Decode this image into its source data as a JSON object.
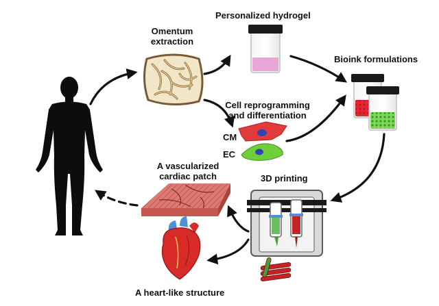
{
  "labels": {
    "omentum_line1": "Omentum",
    "omentum_line2": "extraction",
    "hydrogel": "Personalized hydrogel",
    "bioink": "Bioink formulations",
    "reprogramming_line1": "Cell reprogramming",
    "reprogramming_line2": "and differentiation",
    "cm": "CM",
    "ec": "EC",
    "patch_line1": "A vascularized",
    "patch_line2": "cardiac patch",
    "printing": "3D printing",
    "heart": "A heart-like structure"
  },
  "colors": {
    "arrow": "#111111",
    "human": "#0d0d0d",
    "hydrogel_fill": "#e7a6d6",
    "bioink_red": "#e3262f",
    "bioink_green": "#55c43a",
    "cardiomyocyte": "#e23b3b",
    "endothelial": "#6fcf3a",
    "nucleus": "#2f45b5",
    "patch": "#d9706a",
    "heart": "#d92a2a",
    "vessel_blue": "#4e8fd6"
  },
  "icons": [
    "human-silhouette-icon",
    "omentum-tissue-icon",
    "hydrogel-vial-icon",
    "bioink-vials-icon",
    "cardiomyocyte-cell-icon",
    "endothelial-cell-icon",
    "cardiac-patch-icon",
    "bioprinter-icon",
    "heart-icon"
  ]
}
